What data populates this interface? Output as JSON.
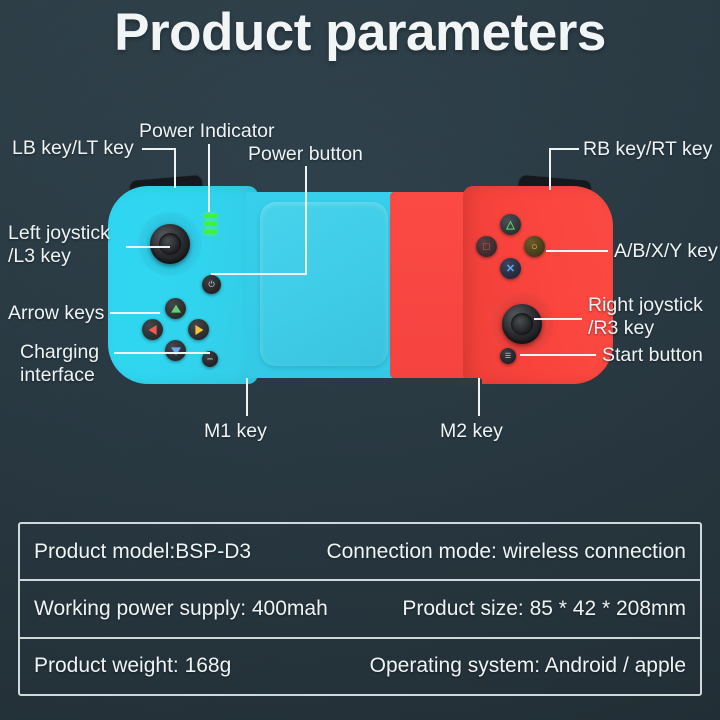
{
  "title": "Product parameters",
  "theme": {
    "background": "#2d3f49",
    "text": "#eef3f4",
    "body_blue": "#31d4ee",
    "body_red": "#f9443d",
    "pad_blue": "#3ecbe6",
    "led_green": "#3ff23a",
    "line": "#eef3f4"
  },
  "callouts": {
    "lb_lt": "LB key/LT key",
    "power_indicator": "Power Indicator",
    "power_button": "Power button",
    "left_joystick": "Left joystick\n/L3 key",
    "arrow_keys": "Arrow keys",
    "charging_interface": "Charging\ninterface",
    "m1_key": "M1 key",
    "m2_key": "M2 key",
    "rb_rt": "RB key/RT key",
    "abxy": "A/B/X/Y key",
    "right_joystick": "Right joystick\n/R3 key",
    "start_button": "Start button"
  },
  "controller": {
    "glyphs": {
      "power": "⏻",
      "charging": "⎓",
      "start": "☰",
      "triangle": "△",
      "square": "□",
      "circle": "○",
      "cross": "✕"
    }
  },
  "spec_table": {
    "rows": [
      {
        "left": "Product model:BSP-D3",
        "right": "Connection mode: wireless connection"
      },
      {
        "left": "Working power supply: 400mah",
        "right": "Product size: 85 * 42 * 208mm"
      },
      {
        "left": "Product weight: 168g",
        "right": "Operating system: Android / apple"
      }
    ]
  }
}
